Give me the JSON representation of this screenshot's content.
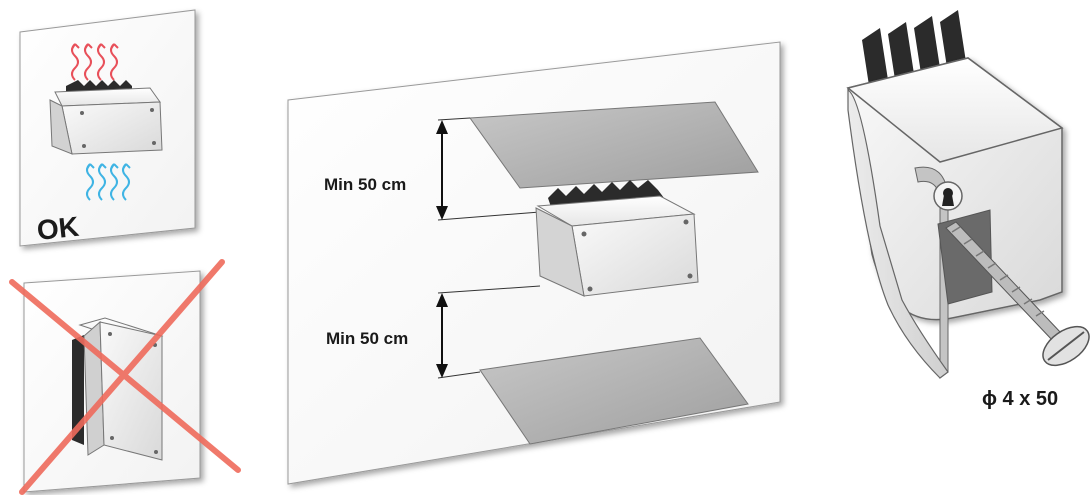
{
  "panel_ok": {
    "label": "OK",
    "hot_air_color": "#e8505a",
    "cold_air_color": "#3fb4e4"
  },
  "panel_wrong": {
    "cross_icon": "cross-icon",
    "cross_color": "#ef6b5c"
  },
  "panel_clearance": {
    "top_label": "Min 50 cm",
    "bottom_label": "Min 50 cm"
  },
  "panel_mount": {
    "screw_label": "ϕ 4 x 50"
  }
}
